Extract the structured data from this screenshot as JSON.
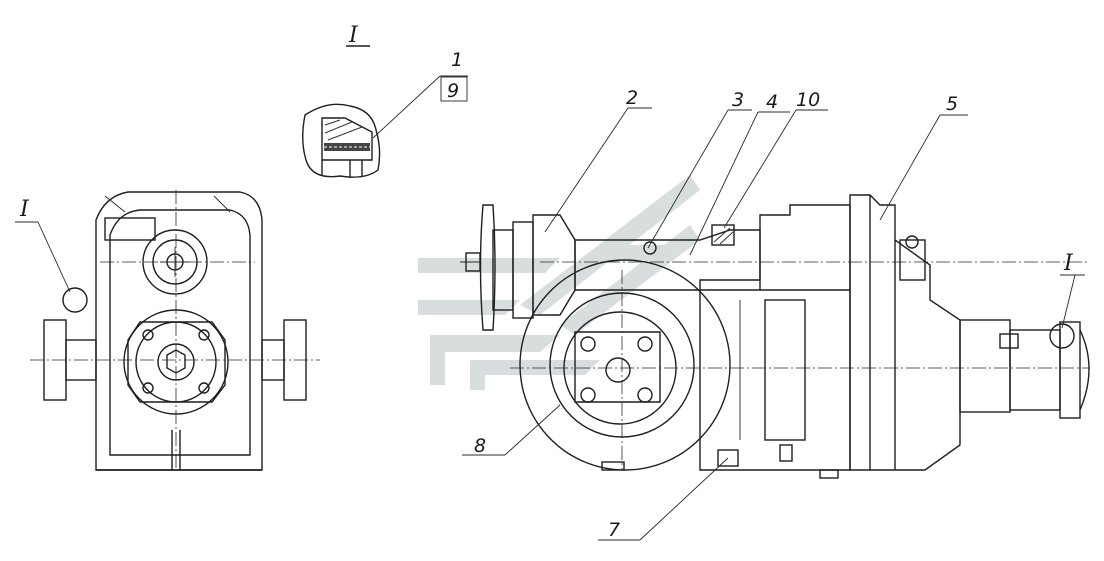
{
  "labels": {
    "detail_mark_top": "I",
    "detail_mark_left": "I",
    "detail_mark_right": "I",
    "callout_1": "1",
    "callout_9": "9",
    "callout_2": "2",
    "callout_3": "3",
    "callout_4": "4",
    "callout_10": "10",
    "callout_5": "5",
    "callout_8": "8",
    "callout_7": "7"
  },
  "colors": {
    "ink": "#1f1f1f",
    "watermark": "#b9c2c2",
    "paper": "#ffffff"
  }
}
